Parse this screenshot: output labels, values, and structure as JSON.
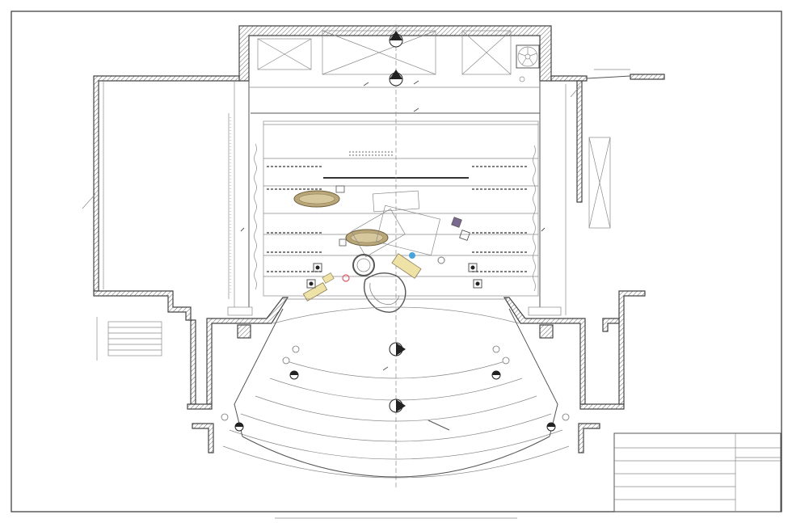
{
  "drawing": {
    "kind": "theatre stage and auditorium floor plan",
    "title_block": {
      "rows": 6,
      "columns": 2
    }
  },
  "colors": {
    "background": "#ffffff",
    "line": "#555555",
    "hatch": "#666666",
    "prop_brown": "#8b7a55",
    "prop_tan": "#e8d48a",
    "prop_pink": "#e05a6a",
    "prop_blue": "#4aa3d8",
    "prop_purple": "#7a6a90"
  },
  "icons": [
    "section-marker-icon",
    "spiral-stair-icon",
    "stage-light-icon",
    "tilted-table-prop-icon",
    "sofa-prop-icon"
  ]
}
